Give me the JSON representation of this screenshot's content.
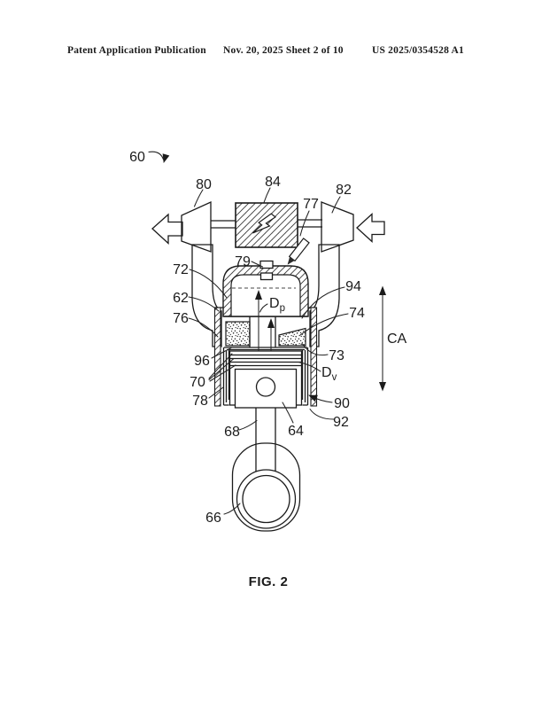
{
  "header": {
    "left": "Patent Application Publication",
    "center": "Nov. 20, 2025  Sheet 2 of 10",
    "right": "US 2025/0354528 A1"
  },
  "figure": {
    "caption": "FIG. 2",
    "labels": {
      "n60": "60",
      "n80": "80",
      "n84": "84",
      "n82": "82",
      "n77": "77",
      "n79": "79",
      "n72": "72",
      "n62": "62",
      "n94": "94",
      "n76": "76",
      "n74": "74",
      "n96": "96",
      "n73": "73",
      "n70": "70",
      "n78": "78",
      "n90": "90",
      "n92": "92",
      "n68": "68",
      "n64": "64",
      "n66": "66",
      "dp_main": "D",
      "dp_sub": "p",
      "dv_main": "D",
      "dv_sub": "v",
      "ca": "CA"
    }
  }
}
